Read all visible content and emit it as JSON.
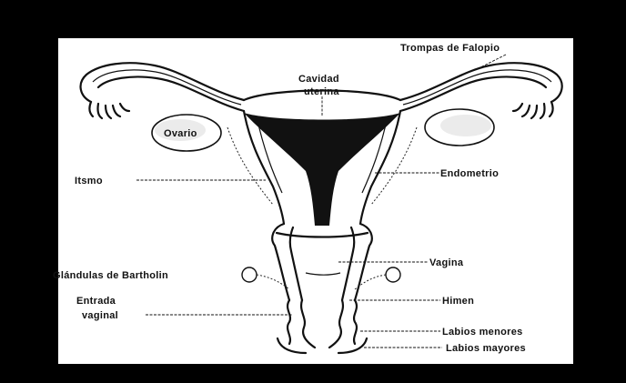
{
  "labels": {
    "trompas": "Trompas de Falopio",
    "cavidad_1": "Cavidad",
    "cavidad_2": "uterina",
    "ovario": "Ovario",
    "itsmo": "Itsmo",
    "endometrio": "Endometrio",
    "vagina": "Vagina",
    "glandulas": "Glándulas de Bartholin",
    "himen": "Himen",
    "entrada_1": "Entrada",
    "entrada_2": "vaginal",
    "labios_menores": "Labios menores",
    "labios_mayores": "Labios mayores"
  },
  "colors": {
    "frame": "#000000",
    "panel": "#ffffff",
    "ink": "#111111"
  }
}
